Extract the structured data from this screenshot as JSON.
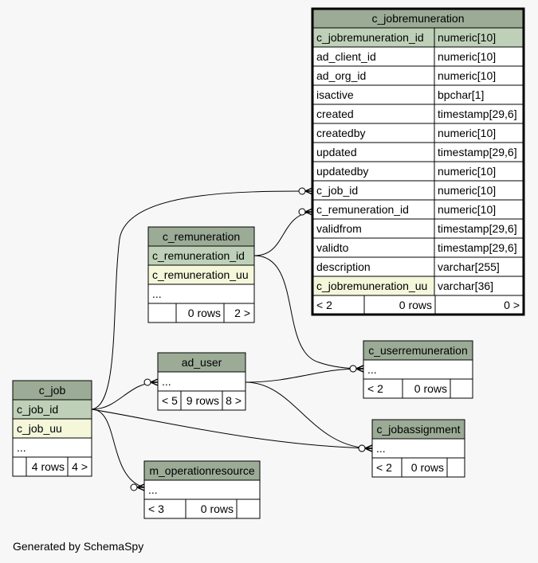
{
  "footer": "Generated by SchemaSpy",
  "colors": {
    "header": "#9bab96",
    "key": "#bed1b8",
    "unique": "#f4f7da",
    "body": "#ffffff",
    "border": "#000000",
    "line": "#000000",
    "background": "#f7f7f7"
  },
  "tables": {
    "c_jobremuneration": {
      "name": "c_jobremuneration",
      "columns": [
        {
          "name": "c_jobremuneration_id",
          "type": "numeric[10]",
          "kind": "key"
        },
        {
          "name": "ad_client_id",
          "type": "numeric[10]",
          "kind": "normal"
        },
        {
          "name": "ad_org_id",
          "type": "numeric[10]",
          "kind": "normal"
        },
        {
          "name": "isactive",
          "type": "bpchar[1]",
          "kind": "normal"
        },
        {
          "name": "created",
          "type": "timestamp[29,6]",
          "kind": "normal"
        },
        {
          "name": "createdby",
          "type": "numeric[10]",
          "kind": "normal"
        },
        {
          "name": "updated",
          "type": "timestamp[29,6]",
          "kind": "normal"
        },
        {
          "name": "updatedby",
          "type": "numeric[10]",
          "kind": "normal"
        },
        {
          "name": "c_job_id",
          "type": "numeric[10]",
          "kind": "normal"
        },
        {
          "name": "c_remuneration_id",
          "type": "numeric[10]",
          "kind": "normal"
        },
        {
          "name": "validfrom",
          "type": "timestamp[29,6]",
          "kind": "normal"
        },
        {
          "name": "validto",
          "type": "timestamp[29,6]",
          "kind": "normal"
        },
        {
          "name": "description",
          "type": "varchar[255]",
          "kind": "normal"
        },
        {
          "name": "c_jobremuneration_uu",
          "type": "varchar[36]",
          "kind": "unique"
        }
      ],
      "footer": [
        "< 2",
        "0 rows",
        "0 >"
      ]
    },
    "c_remuneration": {
      "name": "c_remuneration",
      "columns": [
        {
          "name": "c_remuneration_id",
          "kind": "key"
        },
        {
          "name": "c_remuneration_uu",
          "kind": "unique"
        },
        {
          "name": "...",
          "kind": "normal"
        }
      ],
      "footer": [
        "",
        "0 rows",
        "2 >"
      ]
    },
    "c_userremuneration": {
      "name": "c_userremuneration",
      "columns": [
        {
          "name": "...",
          "kind": "normal"
        }
      ],
      "footer": [
        "< 2",
        "0 rows",
        ""
      ]
    },
    "ad_user": {
      "name": "ad_user",
      "columns": [
        {
          "name": "...",
          "kind": "normal"
        }
      ],
      "footer": [
        "< 5",
        "9 rows",
        "8 >"
      ]
    },
    "c_job": {
      "name": "c_job",
      "columns": [
        {
          "name": "c_job_id",
          "kind": "key"
        },
        {
          "name": "c_job_uu",
          "kind": "unique"
        },
        {
          "name": "...",
          "kind": "normal"
        }
      ],
      "footer": [
        "",
        "4 rows",
        "4 >"
      ]
    },
    "c_jobassignment": {
      "name": "c_jobassignment",
      "columns": [
        {
          "name": "...",
          "kind": "normal"
        }
      ],
      "footer": [
        "< 2",
        "0 rows",
        ""
      ]
    },
    "m_operationresource": {
      "name": "m_operationresource",
      "columns": [
        {
          "name": "...",
          "kind": "normal"
        }
      ],
      "footer": [
        "< 3",
        "0 rows",
        ""
      ]
    }
  }
}
